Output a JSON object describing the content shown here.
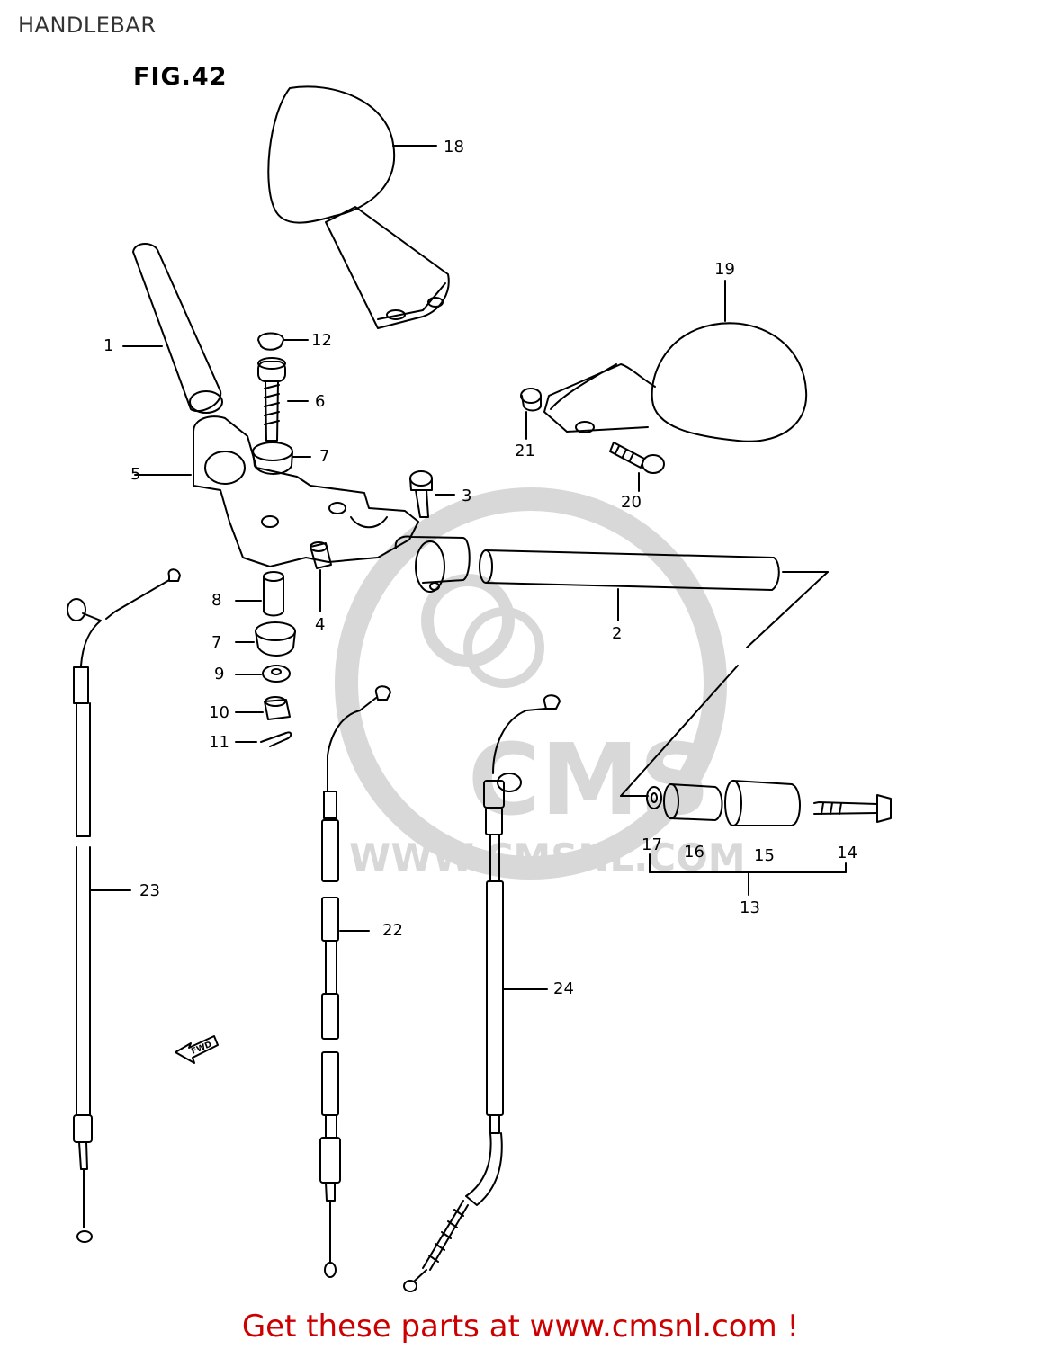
{
  "page": {
    "title": "HANDLEBAR",
    "figure": "FIG.42"
  },
  "watermark": {
    "brand": "CMS",
    "url": "WWW.CMSNL.COM",
    "color": "#d4d4d4"
  },
  "parts": [
    {
      "label": "1"
    },
    {
      "label": "2"
    },
    {
      "label": "3"
    },
    {
      "label": "4"
    },
    {
      "label": "5"
    },
    {
      "label": "6"
    },
    {
      "label": "7"
    },
    {
      "label": "7"
    },
    {
      "label": "8"
    },
    {
      "label": "9"
    },
    {
      "label": "10"
    },
    {
      "label": "11"
    },
    {
      "label": "12"
    },
    {
      "label": "13"
    },
    {
      "label": "14"
    },
    {
      "label": "15"
    },
    {
      "label": "16"
    },
    {
      "label": "17"
    },
    {
      "label": "18"
    },
    {
      "label": "19"
    },
    {
      "label": "20"
    },
    {
      "label": "21"
    },
    {
      "label": "22"
    },
    {
      "label": "23"
    },
    {
      "label": "24"
    }
  ],
  "fwd_arrow": {
    "label": "FWD"
  },
  "footer": {
    "cta": "Get these parts at www.cmsnl.com !",
    "cta_color": "#cc0000"
  }
}
